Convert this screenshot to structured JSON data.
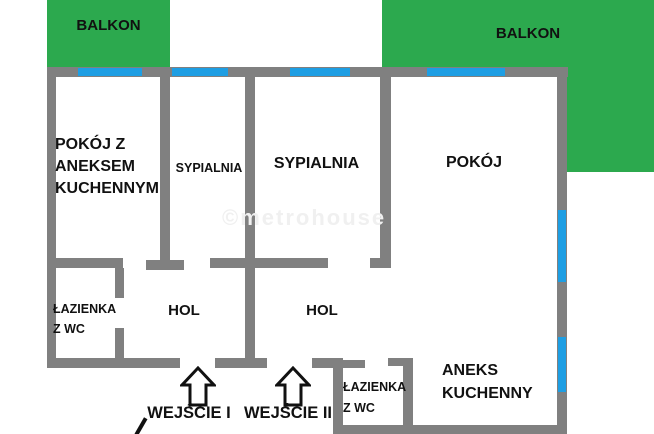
{
  "colors": {
    "balcony_green": "#2CA94E",
    "window_blue": "#1E9EE3",
    "wall_gray": "#808080",
    "text_black": "#111111",
    "watermark_gray": "#f0f0f0"
  },
  "plan": {
    "balcony_left": {
      "label": "BALKON"
    },
    "balcony_right": {
      "label": "BALKON"
    },
    "rooms": {
      "room_kitchenette": {
        "line1": "POKÓJ Z",
        "line2": "ANEKSEM",
        "line3": "KUCHENNYM"
      },
      "bedroom_small": {
        "label": "SYPIALNIA"
      },
      "bedroom_large": {
        "label": "SYPIALNIA"
      },
      "room": {
        "label": "POKÓJ"
      },
      "bathroom_left": {
        "line1": "ŁAZIENKA",
        "line2": "Z WC"
      },
      "hall_left": {
        "label": "HOL"
      },
      "hall_right": {
        "label": "HOL"
      },
      "bathroom_right": {
        "line1": "ŁAZIENKA",
        "line2": "Z WC"
      },
      "kitchen_annex": {
        "line1": "ANEKS",
        "line2": "KUCHENNY"
      }
    },
    "entrances": {
      "entrance1": {
        "label": "WEJŚCIE I"
      },
      "entrance2": {
        "label": "WEJŚCIE II"
      }
    },
    "watermark": "©metrohouse"
  }
}
